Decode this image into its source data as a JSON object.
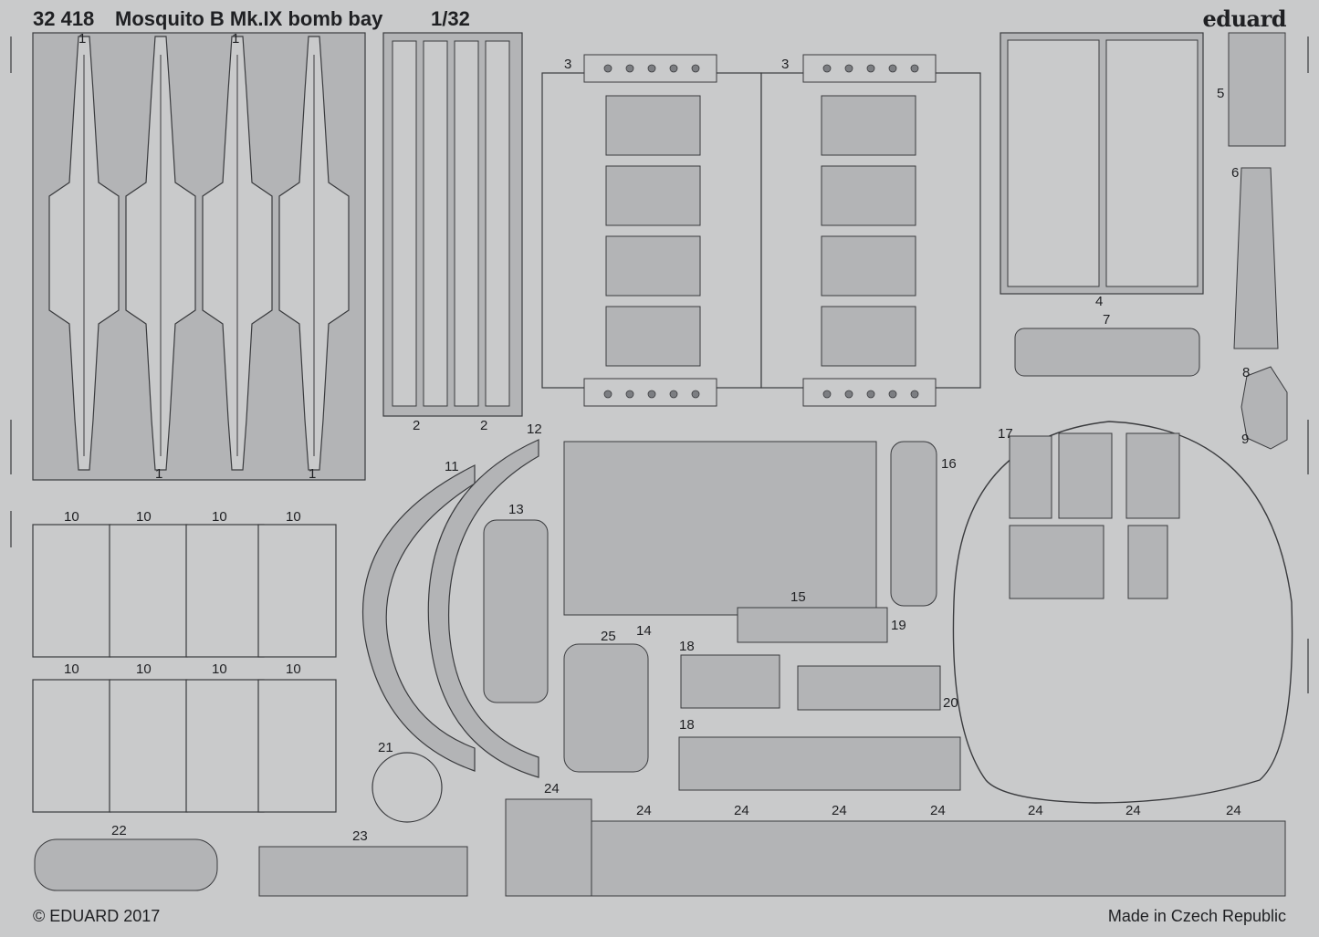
{
  "header": {
    "code": "32 418",
    "title": "Mosquito B Mk.IX bomb bay",
    "scale": "1/32",
    "brand": "eduard"
  },
  "footer": {
    "copyright": "© EDUARD 2017",
    "origin": "Made in Czech Republic"
  },
  "part_numbers": {
    "p1": "1",
    "p2": "2",
    "p3": "3",
    "p4": "4",
    "p5": "5",
    "p6": "6",
    "p7": "7",
    "p8": "8",
    "p9": "9",
    "p10": "10",
    "p11": "11",
    "p12": "12",
    "p13": "13",
    "p14": "14",
    "p15": "15",
    "p16": "16",
    "p17": "17",
    "p18": "18",
    "p19": "19",
    "p20": "20",
    "p21": "21",
    "p22": "22",
    "p23": "23",
    "p24": "24",
    "p25": "25"
  },
  "colors": {
    "background": "#c9cacb",
    "fret": "#b3b4b6",
    "line": "#3a3b3e",
    "hole": "#7c7e82"
  }
}
